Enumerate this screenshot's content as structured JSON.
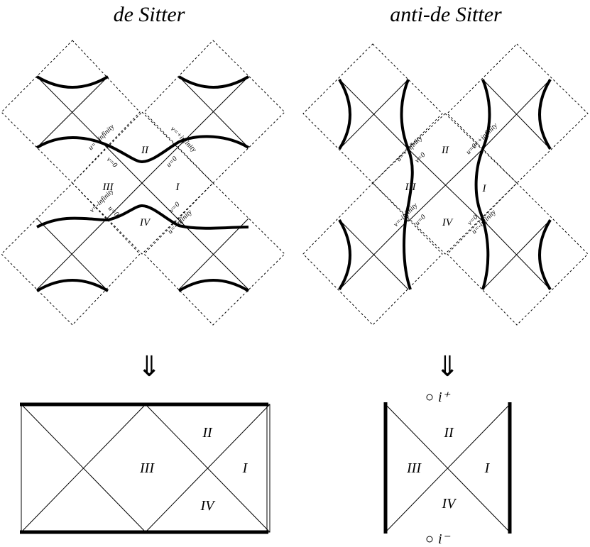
{
  "titles": {
    "de_sitter": "de Sitter",
    "anti_de_sitter": "anti-de Sitter"
  },
  "arrow": "⇓",
  "regions": {
    "I": "I",
    "II": "II",
    "III": "III",
    "IV": "IV"
  },
  "coord_labels": {
    "u_plus_inf": "u=+infinity",
    "v_plus_inf": "v=+infinity",
    "u_minus_inf": "u=-infinity",
    "v_minus_inf": "v=-infinity",
    "u_zero": "u=0",
    "v_zero": "v=0"
  },
  "infinity_points": {
    "future": "i⁺",
    "past": "i⁻"
  }
}
